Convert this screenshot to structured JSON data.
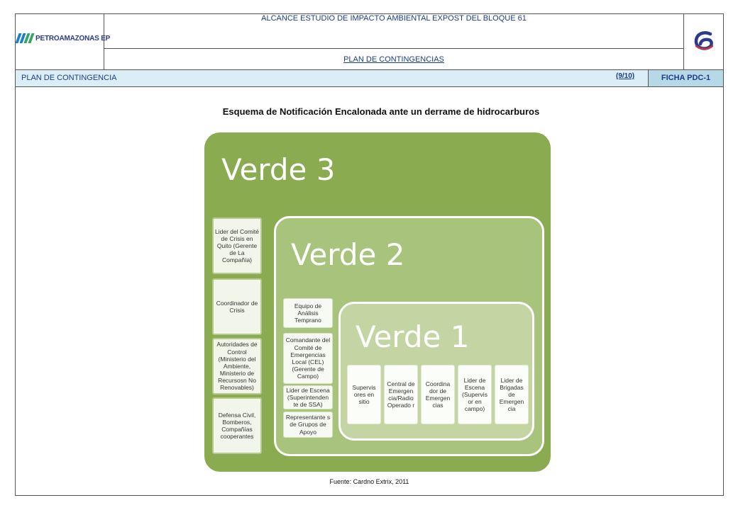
{
  "header": {
    "company_name": "PETROAMAZONAS EP",
    "title": "ALCANCE ESTUDIO DE IMPACTO AMBIENTAL EXPOST DEL BLOQUE 61",
    "subtitle": "PLAN DE CONTINGENCIAS",
    "right_logo_icon": "cardno-g-logo",
    "bar_left": "PLAN DE CONTINGENCIA",
    "page_indicator": "(9/10)",
    "sheet_code": "FICHA PDC-1"
  },
  "diagram": {
    "heading": "Esquema de Notificación Encalonada ante un derrame de hidrocarburos",
    "levels": [
      {
        "title": "Verde 3",
        "items": [
          "Lider del Comité de Crisis en Quito (Gerente de La Compañía)",
          "Coordinador de Crisis",
          "Autoridades de Control (Ministerio del Ambiente, Ministerio de Recursosn No Renovables)",
          "Defensa Civil, Bomberos, Compañías cooperantes"
        ]
      },
      {
        "title": "Verde 2",
        "items": [
          "Equipo de Análisis Temprano",
          "Comandante del Comité de Emergencias Local (CEL) (Gerente de Campo)",
          "Lider de Escena (Superintenden te de SSA)",
          "Representante s de Grupos de Apoyo"
        ]
      },
      {
        "title": "Verde 1",
        "items": [
          "Supervis ores en sitio",
          "Central de Emergen cia/Radio Operado r",
          "Coordina dor de Emergen cias",
          "Lider de Escena (Supervis or en campo)",
          "Lider de Brigadas de Emergen cia"
        ]
      }
    ],
    "source": "Fuente: Cardno Extrix, 2011"
  },
  "colors": {
    "verde3": "#8aab4f",
    "verde2": "#a8c37c",
    "verde1": "#c2d5a3",
    "header_blue": "#1a3c8c",
    "bar_light": "#dbeef5",
    "bar_dark": "#b7d8e6"
  }
}
